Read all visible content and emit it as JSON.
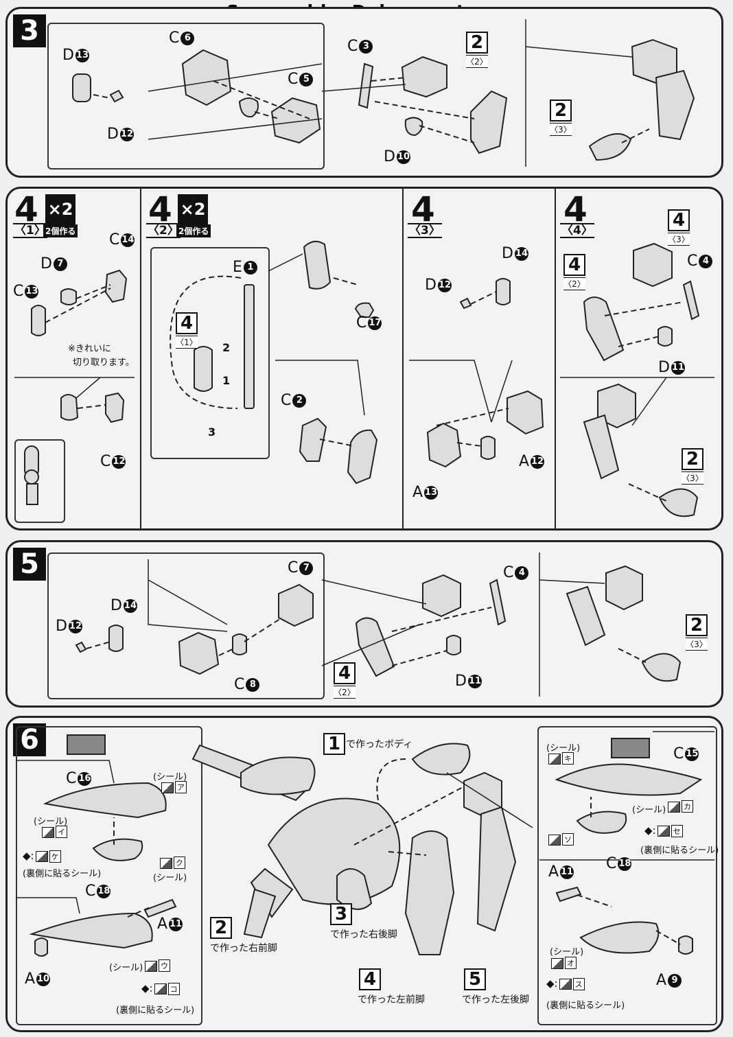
{
  "watermark": "Scanned by Dalong.net",
  "steps": {
    "s3": {
      "num": "3"
    },
    "s4": {
      "num": "4",
      "sub1": "〈1〉",
      "sub2": "〈2〉",
      "sub3": "〈3〉",
      "sub4": "〈4〉",
      "x2": "×2",
      "make2": "2個作る"
    },
    "s5": {
      "num": "5"
    },
    "s6": {
      "num": "6"
    }
  },
  "parts": {
    "p3_D13": "D",
    "p3_D13c": "13",
    "p3_C6": "C",
    "p3_C6c": "6",
    "p3_C5": "C",
    "p3_C5c": "5",
    "p3_D12": "D",
    "p3_D12c": "12",
    "p3_C3": "C",
    "p3_C3c": "3",
    "p3_D10": "D",
    "p3_D10c": "10",
    "p41_C14": "C",
    "p41_C14c": "14",
    "p41_D7": "D",
    "p41_D7c": "7",
    "p41_C13": "C",
    "p41_C13c": "13",
    "p41_C12": "C",
    "p41_C12c": "12",
    "p42_E1": "E",
    "p42_E1c": "1",
    "p42_C17": "C",
    "p42_C17c": "17",
    "p42_C2": "C",
    "p42_C2c": "2",
    "p43_D14": "D",
    "p43_D14c": "14",
    "p43_D12": "D",
    "p43_D12c": "12",
    "p43_A12": "A",
    "p43_A12c": "12",
    "p43_A13": "A",
    "p43_A13c": "13",
    "p44_C4": "C",
    "p44_C4c": "4",
    "p44_D11": "D",
    "p44_D11c": "11",
    "p5_C7": "C",
    "p5_C7c": "7",
    "p5_D14": "D",
    "p5_D14c": "14",
    "p5_D12": "D",
    "p5_D12c": "12",
    "p5_C8": "C",
    "p5_C8c": "8",
    "p5_C4": "C",
    "p5_C4c": "4",
    "p5_D11": "D",
    "p5_D11c": "11",
    "p6_C16": "C",
    "p6_C16c": "16",
    "p6_C18": "C",
    "p6_C18c": "18",
    "p6_A11": "A",
    "p6_A11c": "11",
    "p6_A10": "A",
    "p6_A10c": "10",
    "p6_C15": "C",
    "p6_C15c": "15",
    "p6_C18b": "C",
    "p6_C18bc": "18",
    "p6_A11b": "A",
    "p6_A11bc": "11",
    "p6_A9": "A",
    "p6_A9c": "9"
  },
  "refs": {
    "r3_2_2": {
      "n": "2",
      "s": "〈2〉"
    },
    "r3_2_3": {
      "n": "2",
      "s": "〈3〉"
    },
    "r42_4_1": {
      "n": "4",
      "s": "〈1〉"
    },
    "r44_4_3": {
      "n": "4",
      "s": "〈3〉"
    },
    "r44_4_2": {
      "n": "4",
      "s": "〈2〉"
    },
    "r44_2_3": {
      "n": "2",
      "s": "〈3〉"
    },
    "r5_4_2": {
      "n": "4",
      "s": "〈2〉"
    },
    "r5_2_3": {
      "n": "2",
      "s": "〈3〉"
    }
  },
  "notes": {
    "kirei": "※きれいに",
    "kiritori": "切り取ります。",
    "step_markers": [
      "2",
      "1",
      "3"
    ]
  },
  "step6": {
    "body_ref": "1",
    "body_text": "で作ったボディ",
    "rf_ref": "2",
    "rf_text": "で作った右前脚",
    "rr_ref": "3",
    "rr_text": "で作った右後脚",
    "lf_ref": "4",
    "lf_text": "で作った左前脚",
    "lr_ref": "5",
    "lr_text": "で作った左後脚",
    "seal": "(シール)",
    "back_seal": "(裏側に貼るシール)",
    "seals_left": [
      "ア",
      "イ",
      "ケ",
      "ク",
      "ウ",
      "コ"
    ],
    "seals_right": [
      "キ",
      "カ",
      "ソ",
      "セ",
      "オ",
      "ス"
    ]
  }
}
